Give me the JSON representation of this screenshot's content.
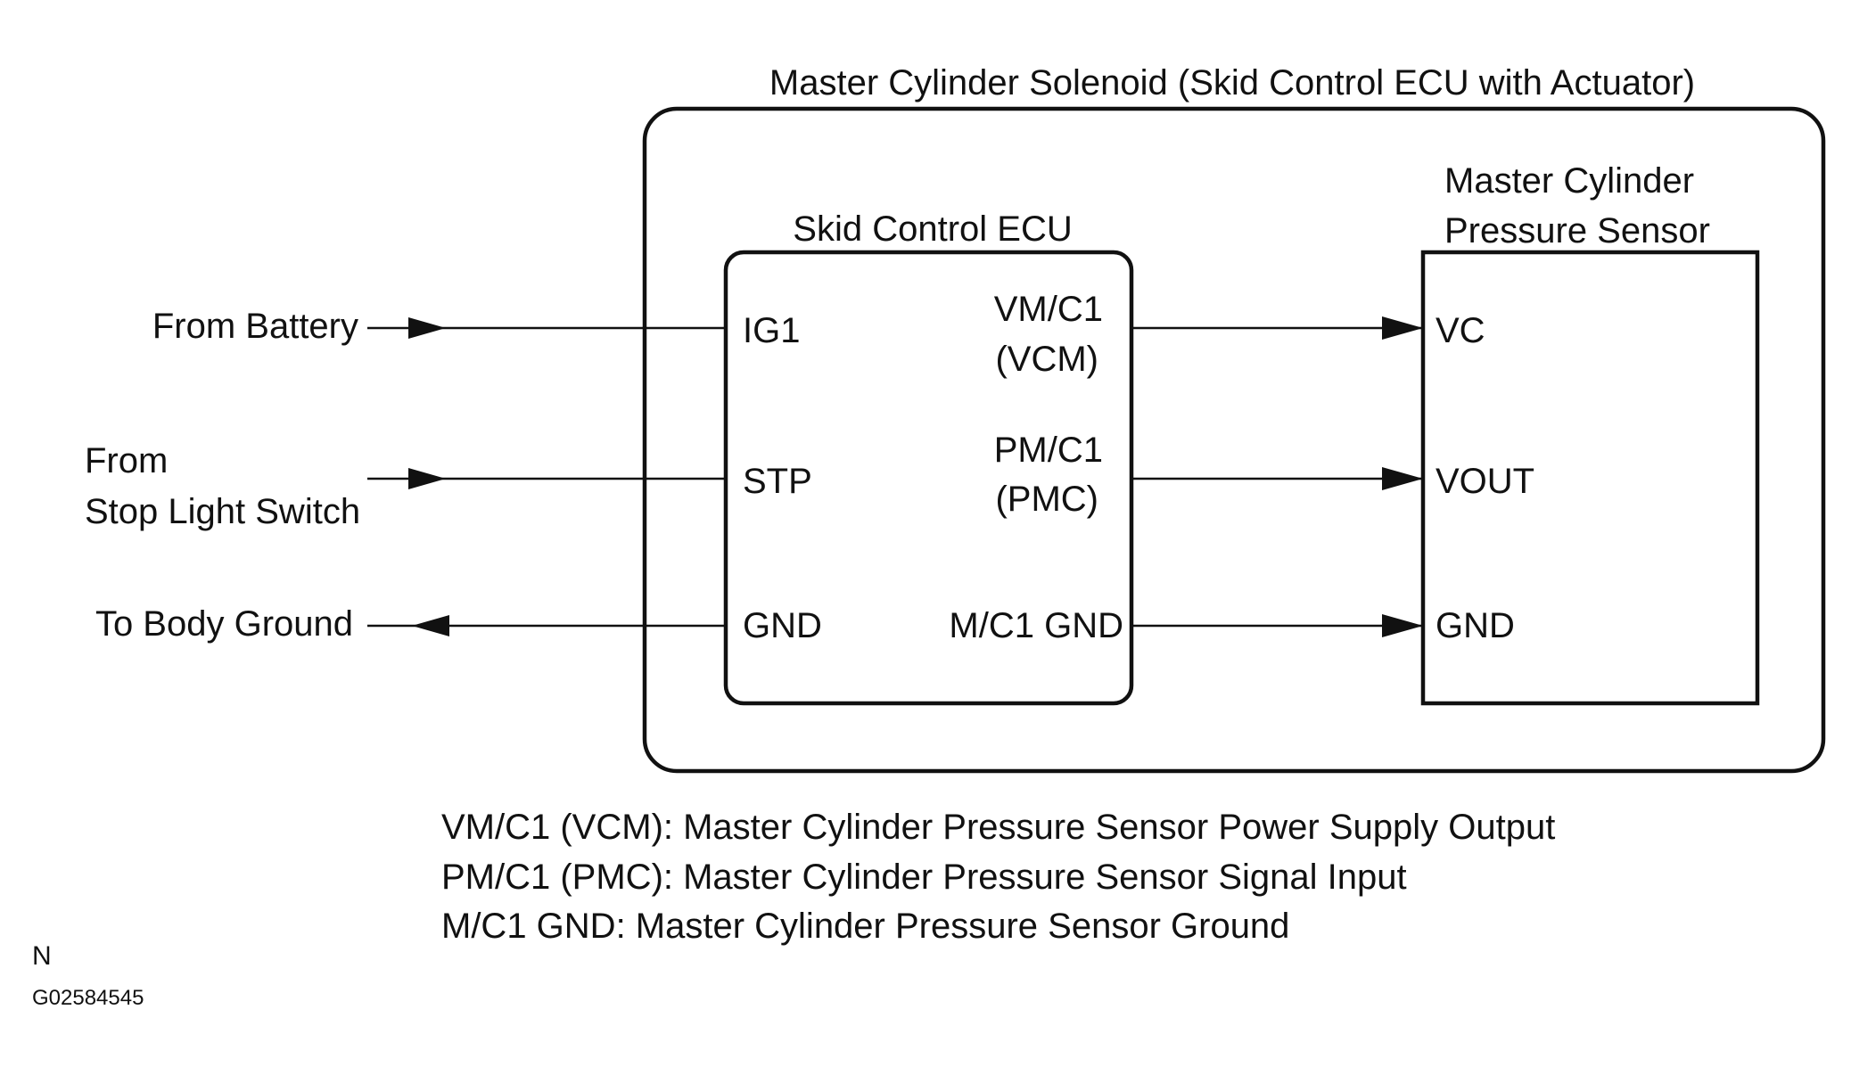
{
  "outer_box": {
    "title": "Master Cylinder Solenoid (Skid Control ECU with Actuator)"
  },
  "ecu": {
    "title": "Skid Control ECU",
    "left_pins": [
      "IG1",
      "STP",
      "GND"
    ],
    "right_pins": {
      "vm_line1": "VM/C1",
      "vm_line2": "(VCM)",
      "pm_line1": "PM/C1",
      "pm_line2": "(PMC)",
      "gnd": "M/C1 GND"
    }
  },
  "sensor": {
    "title_line1": "Master Cylinder",
    "title_line2": "Pressure Sensor",
    "pins": [
      "VC",
      "VOUT",
      "GND"
    ]
  },
  "external": {
    "battery": "From Battery",
    "stop_line1": "From",
    "stop_line2": "Stop Light Switch",
    "ground": "To Body Ground"
  },
  "notes": [
    "VM/C1 (VCM): Master Cylinder Pressure Sensor Power Supply Output",
    "PM/C1 (PMC): Master Cylinder Pressure Sensor Signal Input",
    "M/C1 GND: Master Cylinder Pressure Sensor Ground"
  ],
  "footer": {
    "letter": "N",
    "code": "G02584545"
  }
}
